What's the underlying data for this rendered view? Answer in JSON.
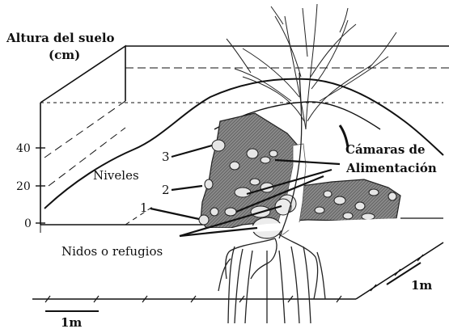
{
  "axis": {
    "title_line1": "Altura del suelo",
    "title_line2": "(cm)",
    "ticks": [
      "40",
      "20",
      "0"
    ]
  },
  "labels": {
    "niveles": "Niveles",
    "level_3": "3",
    "level_2": "2",
    "level_1": "1",
    "camaras_line1": "Cámaras de",
    "camaras_line2": "Alimentación",
    "nidos": "Nidos o refugios"
  },
  "scales": {
    "bottom": "1m",
    "right": "1m"
  }
}
